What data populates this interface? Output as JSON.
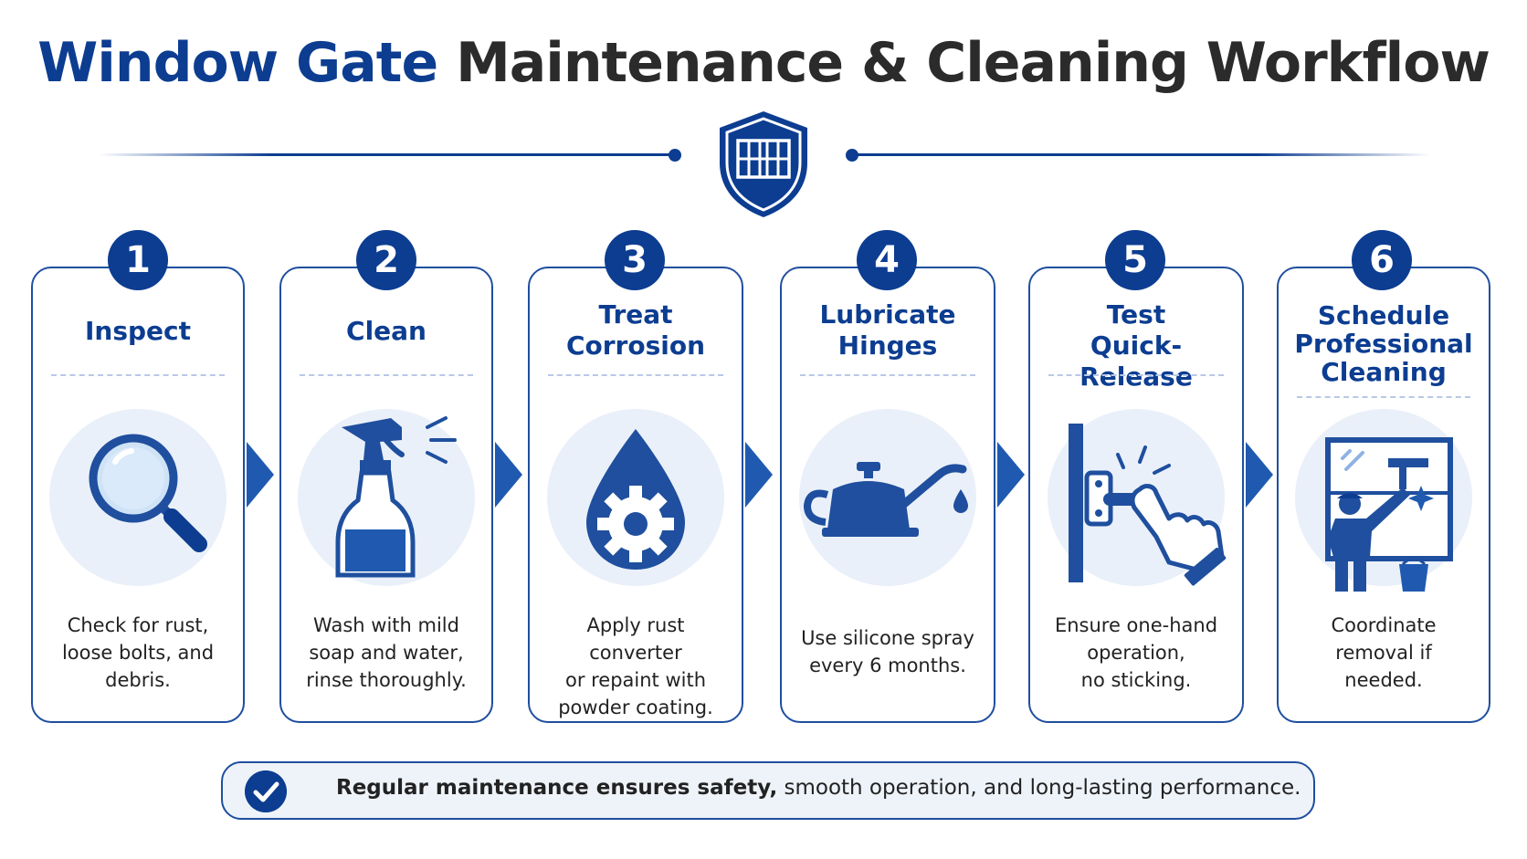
{
  "title": {
    "part1": "Window Gate",
    "part2": "Maintenance & Cleaning Workflow"
  },
  "colors": {
    "primary": "#0c3d91",
    "border": "#1f4f9e",
    "icon_bg": "#eaf0f9",
    "banner_bg": "#eef3fa"
  },
  "steps": [
    {
      "number": "1",
      "title_lines": [
        "Inspect"
      ],
      "description_lines": [
        "Check for rust,",
        "loose bolts, and",
        "debris."
      ],
      "icon": "magnifying-glass-icon"
    },
    {
      "number": "2",
      "title_lines": [
        "Clean"
      ],
      "description_lines": [
        "Wash with mild",
        "soap and water,",
        "rinse thoroughly."
      ],
      "icon": "spray-bottle-icon"
    },
    {
      "number": "3",
      "title_lines": [
        "Treat",
        "Corrosion"
      ],
      "description_lines": [
        "Apply rust converter",
        "or repaint with",
        "powder coating."
      ],
      "icon": "drop-gear-icon"
    },
    {
      "number": "4",
      "title_lines": [
        "Lubricate",
        "Hinges"
      ],
      "description_lines": [
        "Use silicone spray",
        "every 6 months."
      ],
      "icon": "oil-can-icon"
    },
    {
      "number": "5",
      "title_lines": [
        "Test",
        "Quick-Release"
      ],
      "description_lines": [
        "Ensure one-hand",
        "operation,",
        "no sticking."
      ],
      "icon": "hand-press-latch-icon"
    },
    {
      "number": "6",
      "title_lines": [
        "Schedule",
        "Professional",
        "Cleaning"
      ],
      "description_lines": [
        "Coordinate",
        "removal if",
        "needed."
      ],
      "icon": "window-cleaner-icon"
    }
  ],
  "banner": {
    "bold_text": "Regular maintenance ensures safety,",
    "rest_text": " smooth operation, and long-lasting performance.",
    "icon": "checkmark-icon"
  }
}
